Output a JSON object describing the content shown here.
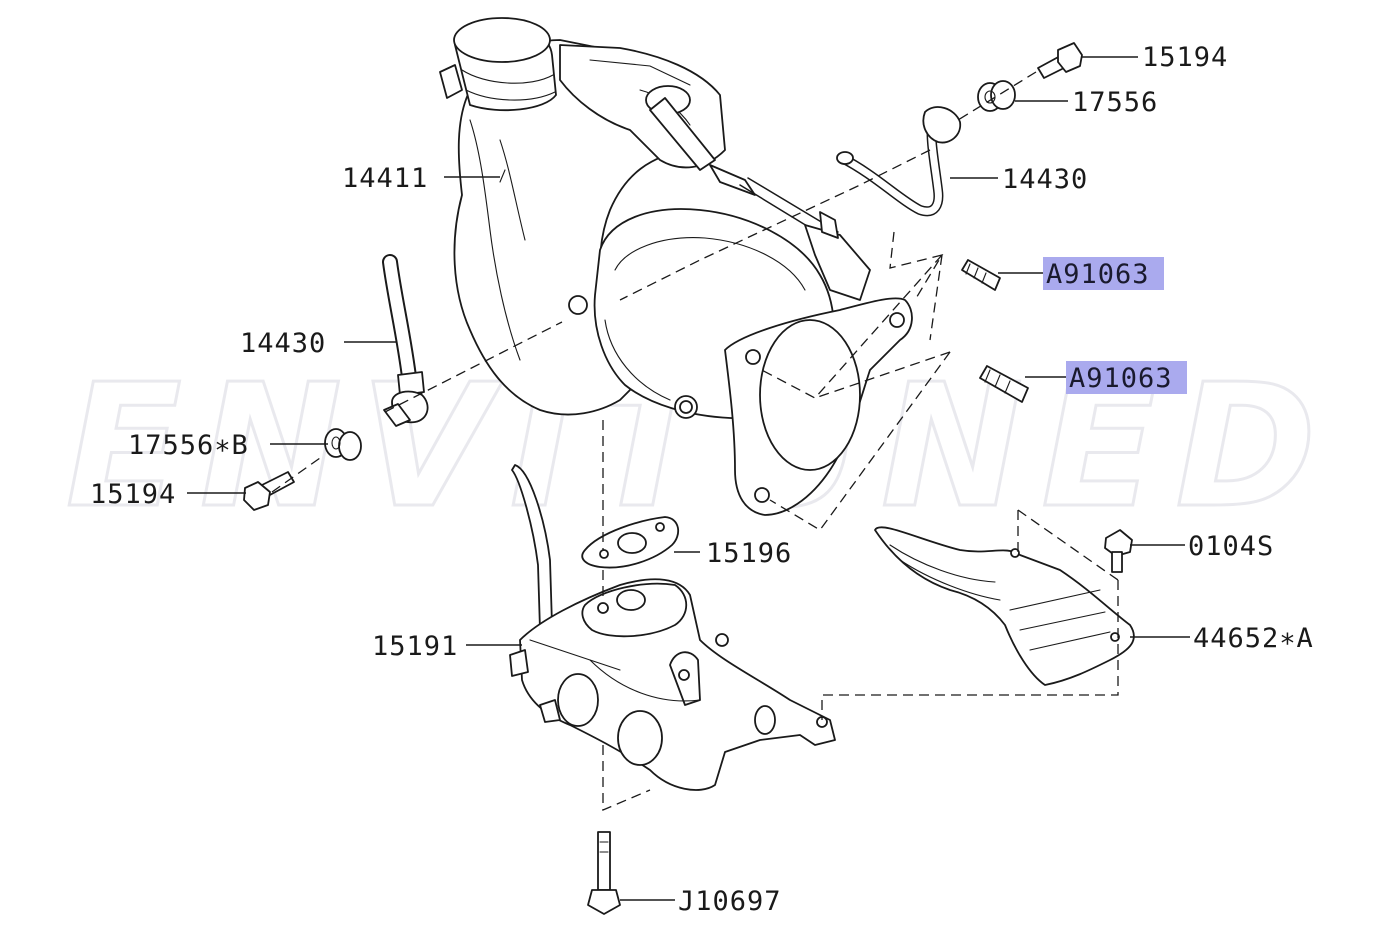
{
  "diagram": {
    "watermark": "ENVITUNED",
    "labels": {
      "bolt_top": "15194",
      "washer_top": "17556",
      "turbo": "14411",
      "pipe_right": "14430",
      "stud_upper": "A91063",
      "stud_lower": "A91063",
      "pipe_left": "14430",
      "washer_left": "17556∗B",
      "bolt_left": "15194",
      "gasket": "15196",
      "bolt_shield": "0104S",
      "exhaust_pipe": "15191",
      "heat_shield": "44652∗A",
      "bolt_bottom": "J10697"
    },
    "colors": {
      "highlight": "#aaaaee",
      "line": "#1a1a1a"
    }
  }
}
